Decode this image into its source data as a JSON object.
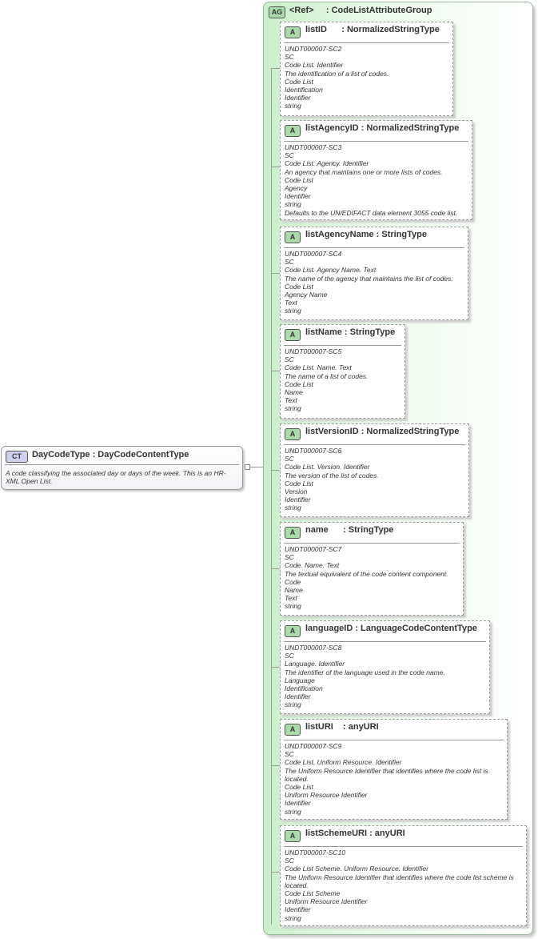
{
  "complex_type": {
    "badge": "CT",
    "title": "DayCodeType : DayCodeContentType",
    "description": "A code classifying the associated day or days of the week. This is an HR-XML Open List."
  },
  "attribute_group": {
    "badge": "AG",
    "title": "<Ref>     : CodeListAttributeGroup"
  },
  "attributes": [
    {
      "badge": "A",
      "title": "listID      : NormalizedStringType",
      "lines": [
        "UNDT000007-SC2",
        "SC",
        "Code List. Identifier",
        "The identification of a list of codes.",
        "Code List",
        "Identification",
        "Identifier",
        "string"
      ]
    },
    {
      "badge": "A",
      "title": "listAgencyID : NormalizedStringType",
      "lines": [
        "UNDT000007-SC3",
        "SC",
        "Code List. Agency. Identifier",
        "An agency that maintains one or more lists of codes.",
        "Code List",
        "Agency",
        "Identifier",
        "string",
        "Defaults to the UN/EDIFACT data element 3055 code list."
      ]
    },
    {
      "badge": "A",
      "title": "listAgencyName : StringType",
      "lines": [
        "UNDT000007-SC4",
        "SC",
        "Code List. Agency Name. Text",
        "The name of the agency that maintains the list of codes.",
        "Code List",
        "Agency Name",
        "Text",
        "string"
      ]
    },
    {
      "badge": "A",
      "title": "listName : StringType",
      "lines": [
        "UNDT000007-SC5",
        "SC",
        "Code List. Name. Text",
        "The name of a list of codes.",
        "Code List",
        "Name",
        "Text",
        "string"
      ]
    },
    {
      "badge": "A",
      "title": "listVersionID : NormalizedStringType",
      "lines": [
        "UNDT000007-SC6",
        "SC",
        "Code List. Version. Identifier",
        "The version of the list of codes.",
        "Code List",
        "Version",
        "Identifier",
        "string"
      ]
    },
    {
      "badge": "A",
      "title": "name      : StringType",
      "lines": [
        "UNDT000007-SC7",
        "SC",
        "Code. Name. Text",
        "The textual equivalent of the code content component.",
        "Code",
        "Name",
        "Text",
        "string"
      ]
    },
    {
      "badge": "A",
      "title": "languageID : LanguageCodeContentType",
      "lines": [
        "UNDT000007-SC8",
        "SC",
        "Language. Identifier",
        "The identifier of the language used in the code name.",
        "Language",
        "Identification",
        "Identifier",
        "string"
      ]
    },
    {
      "badge": "A",
      "title": "listURI    : anyURI",
      "lines": [
        "UNDT000007-SC9",
        "SC",
        "Code List. Uniform Resource. Identifier",
        "The Uniform Resource Identifier that identifies where the code list is located.",
        "Code List",
        "Uniform Resource Identifier",
        "Identifier",
        "string"
      ]
    },
    {
      "badge": "A",
      "title": "listSchemeURI : anyURI",
      "lines": [
        "UNDT000007-SC10",
        "SC",
        "Code List Scheme. Uniform Resource. Identifier",
        "The Uniform Resource Identifier that identifies where the code list scheme is located.",
        "Code List Scheme",
        "Uniform Resource Identifier",
        "Identifier",
        "string"
      ]
    }
  ]
}
